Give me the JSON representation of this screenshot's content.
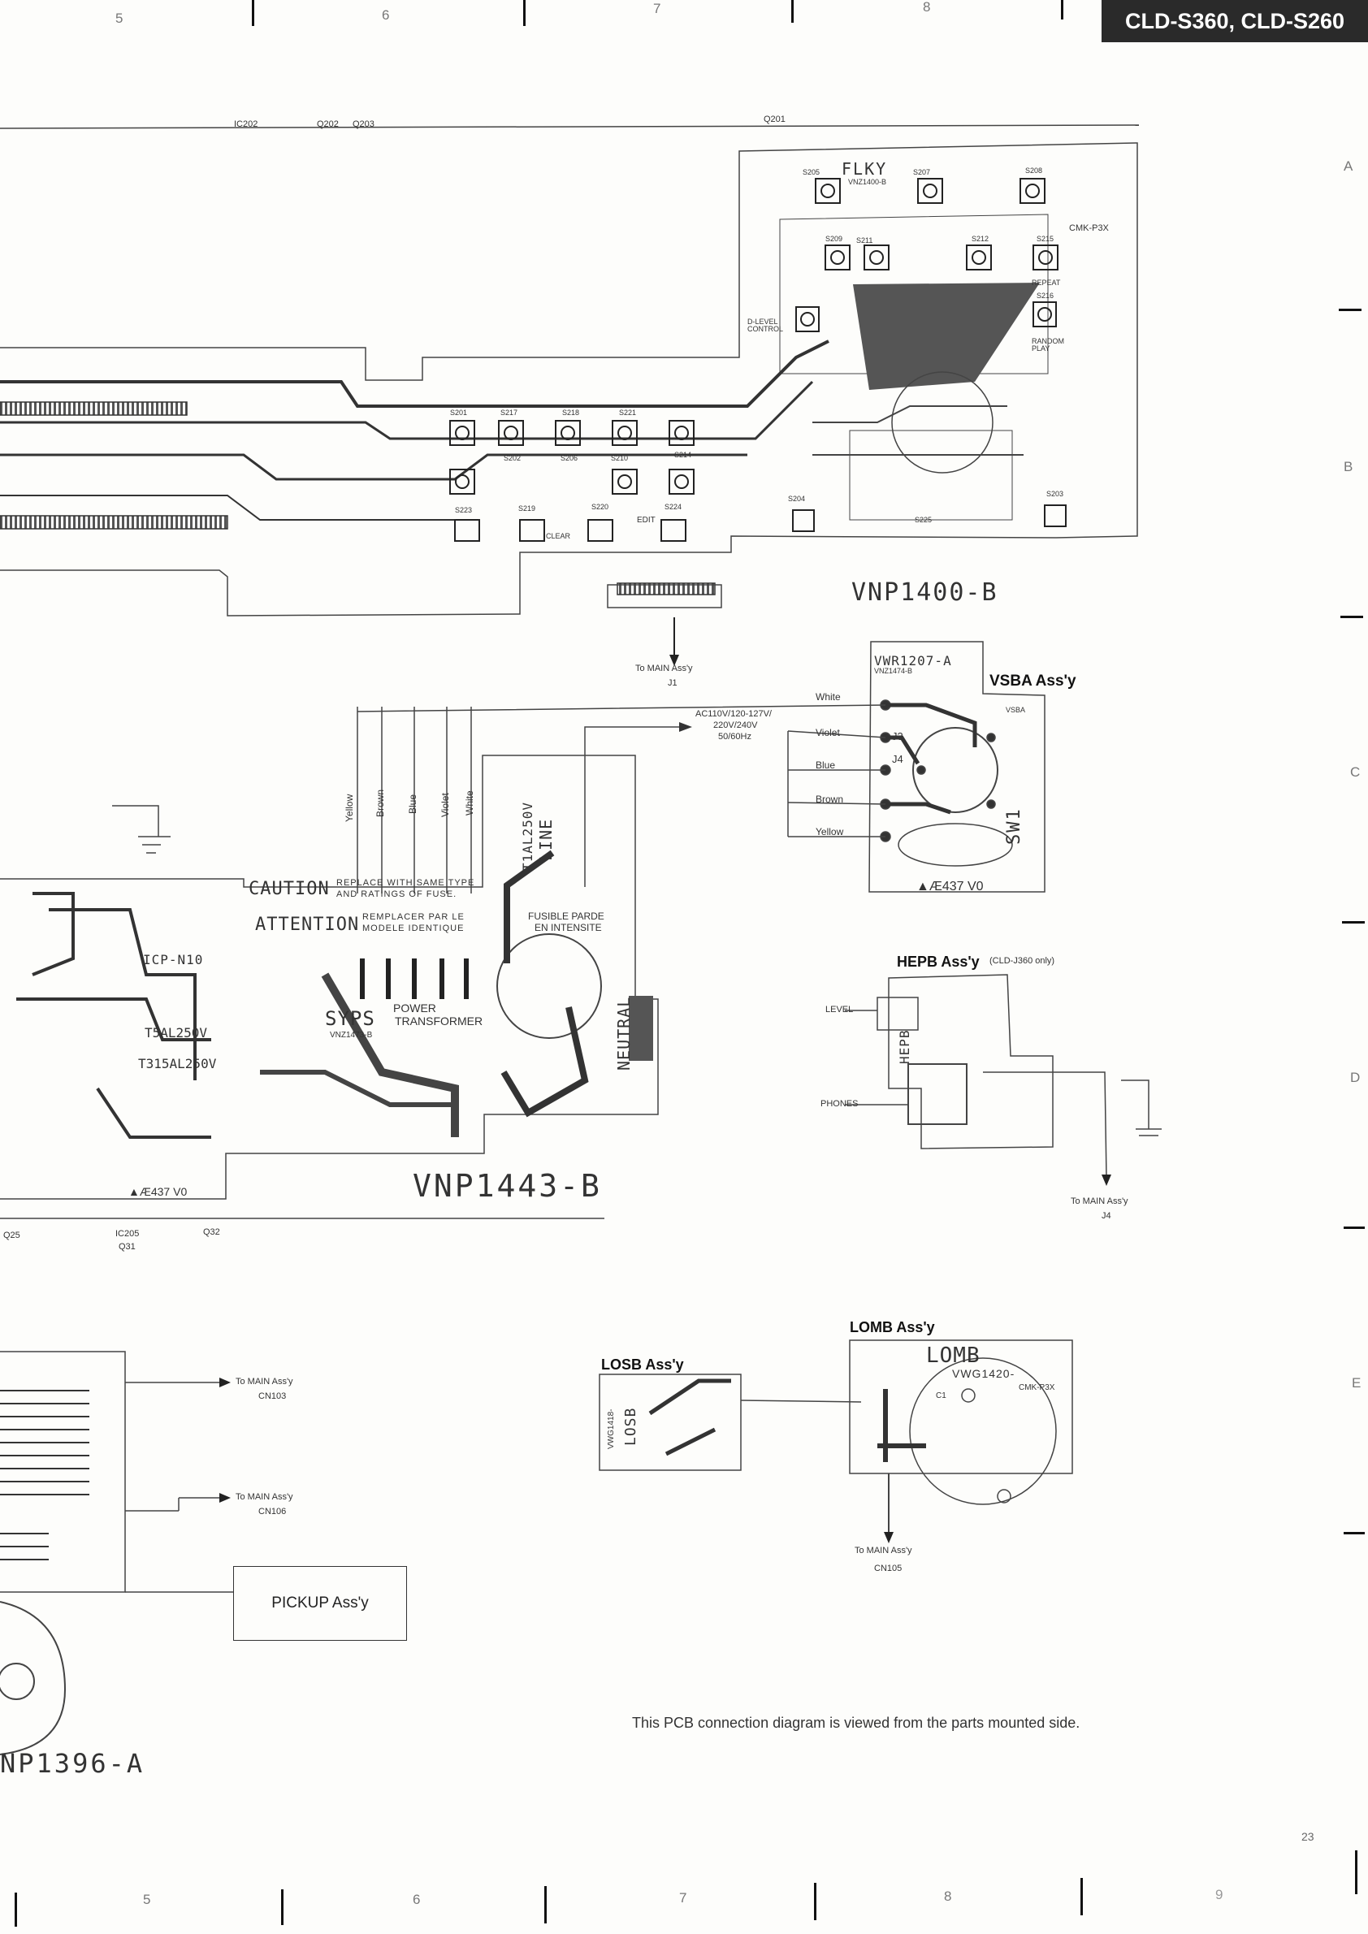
{
  "header": {
    "model": "CLD-S360, CLD-S260",
    "columns": [
      "5",
      "6",
      "7",
      "8"
    ],
    "rows": [
      "A",
      "B",
      "C",
      "D",
      "E"
    ]
  },
  "top_labels": [
    "IC202",
    "Q202",
    "Q203",
    "Q201"
  ],
  "flky": {
    "title": "FLKY",
    "part": "VNZ1400-B",
    "cmk": "CMK-P3X",
    "switches": [
      "S205",
      "S207",
      "S208",
      "S209",
      "S211",
      "S212",
      "S215",
      "S216",
      "S204",
      "S203",
      "S225"
    ],
    "labels": [
      "REPEAT",
      "RANDOM PLAY",
      "D-LEVEL CONTROL"
    ]
  },
  "left_switches": [
    "S201",
    "S217",
    "S218",
    "S221",
    "S202",
    "S206",
    "S210",
    "S214",
    "S223",
    "S219",
    "S220",
    "S224"
  ],
  "left_switch_labels": [
    "EDIT",
    "CLEAR"
  ],
  "vnp1400": "VNP1400-B",
  "to_main_j1": [
    "To MAIN Ass'y",
    "J1"
  ],
  "vsba": {
    "title": "VSBA Ass'y",
    "part1": "VWR1207-A",
    "part2": "VNZ1474-B",
    "tag": "VSBA",
    "sw": "SW1",
    "jacks": [
      "J3",
      "J4"
    ],
    "code": "▲Æ437 V0"
  },
  "ac_label": [
    "AC110V/120-127V/",
    "220V/240V",
    "50/60Hz"
  ],
  "wires_right": [
    "White",
    "Violet",
    "Blue",
    "Brown",
    "Yellow"
  ],
  "wires_vertical": [
    "Yellow",
    "Brown",
    "Blue",
    "Violet",
    "White"
  ],
  "syps": {
    "caution": "CAUTION",
    "caution_sub": [
      "REPLACE WITH SAME TYPE",
      "AND RATINGS OF FUSE."
    ],
    "attention": "ATTENTION",
    "attention_sub": [
      "REMPLACER PAR LE",
      "MODELE IDENTIQUE"
    ],
    "fuse_fr": [
      "FUSIBLE PARDE",
      "EN INTENSITE"
    ],
    "name": "SYPS",
    "part": "VNZ1473-B",
    "power": "POWER",
    "transformer": "TRANSFORMER",
    "neutral": "NEUTRAL",
    "line": "LINE",
    "fuse": "T1AL250V",
    "icp": "ICP-N10",
    "fuse2": "T5AL250V",
    "fuse3": "T315AL250V",
    "code": "▲Æ437 V0"
  },
  "vnp1443": "VNP1443-B",
  "bottom_labels_mid": [
    "Q25",
    "IC205",
    "Q31",
    "Q32"
  ],
  "hepb": {
    "title": "HEPB Ass'y",
    "note": "(CLD-J360 only)",
    "tag": "HEPB",
    "level": "LEVEL",
    "phones": "PHONES"
  },
  "to_main_j4": [
    "To MAIN Ass'y",
    "J4"
  ],
  "losb": {
    "title": "LOSB Ass'y",
    "tag": "LOSB",
    "part": "VWG1418-"
  },
  "lomb": {
    "title": "LOMB Ass'y",
    "tag": "LOMB",
    "part": "VWG1420-",
    "cmk": "CMK-P3X",
    "c1": "C1"
  },
  "to_main_cn103": [
    "To MAIN Ass'y",
    "CN103"
  ],
  "to_main_cn106": [
    "To MAIN Ass'y",
    "CN106"
  ],
  "to_main_cn105": [
    "To MAIN Ass'y",
    "CN105"
  ],
  "pickup": "PICKUP Ass'y",
  "vnp1396": "NP1396-A",
  "note": "This PCB connection diagram is viewed from the parts mounted side.",
  "page_number": "23",
  "bottom_columns": [
    "5",
    "6",
    "7",
    "8",
    "9"
  ]
}
